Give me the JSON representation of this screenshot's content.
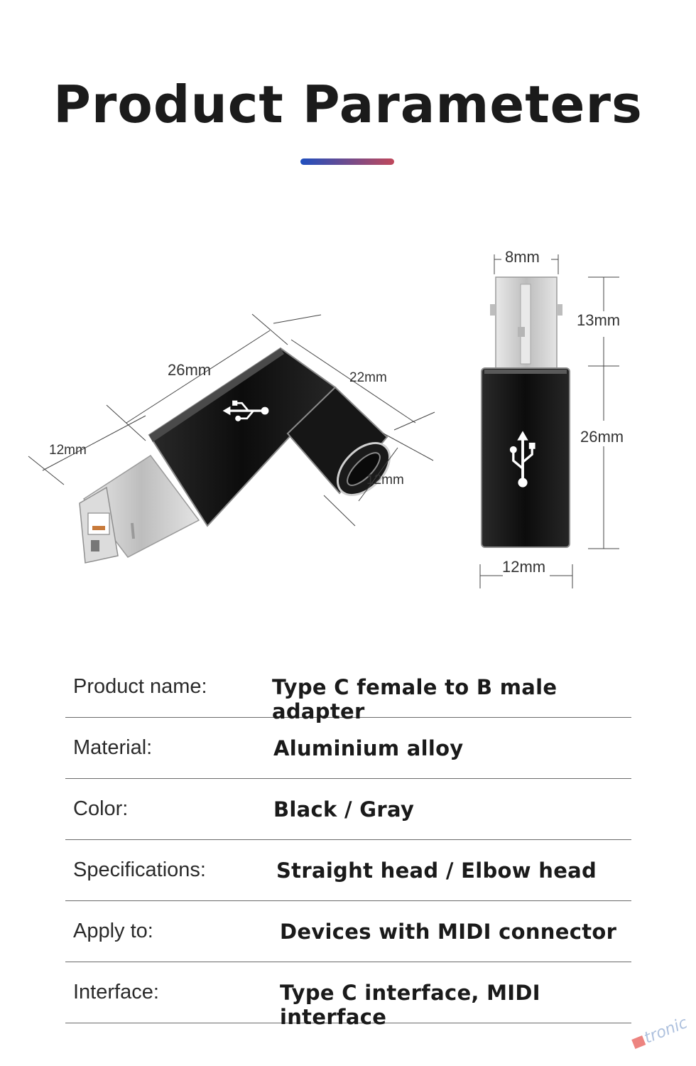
{
  "header": {
    "title": "Product Parameters",
    "accent_gradient": [
      "#1f4fbf",
      "#c0485b"
    ]
  },
  "dimensions": {
    "elbow": {
      "length": "26mm",
      "depth": "22mm",
      "plug_width": "12mm",
      "socket_width": "12mm"
    },
    "straight": {
      "plug_thickness": "8mm",
      "plug_length": "13mm",
      "body_length": "26mm",
      "body_width": "12mm"
    }
  },
  "specs": [
    {
      "label": "Product name:",
      "value": "Type C female to B male adapter"
    },
    {
      "label": "Material:",
      "value": "Aluminium alloy"
    },
    {
      "label": "Color:",
      "value": "Black / Gray"
    },
    {
      "label": "Specifications:",
      "value": "Straight head / Elbow head"
    },
    {
      "label": "Apply to:",
      "value": "Devices with MIDI connector"
    },
    {
      "label": "Interface:",
      "value": "Type C interface, MIDI interface"
    }
  ],
  "watermark": {
    "text": "tronic"
  },
  "colors": {
    "adapter_body": "#111111",
    "plug_metal": "#cfcfcf",
    "divider": "#6a6a6a"
  }
}
